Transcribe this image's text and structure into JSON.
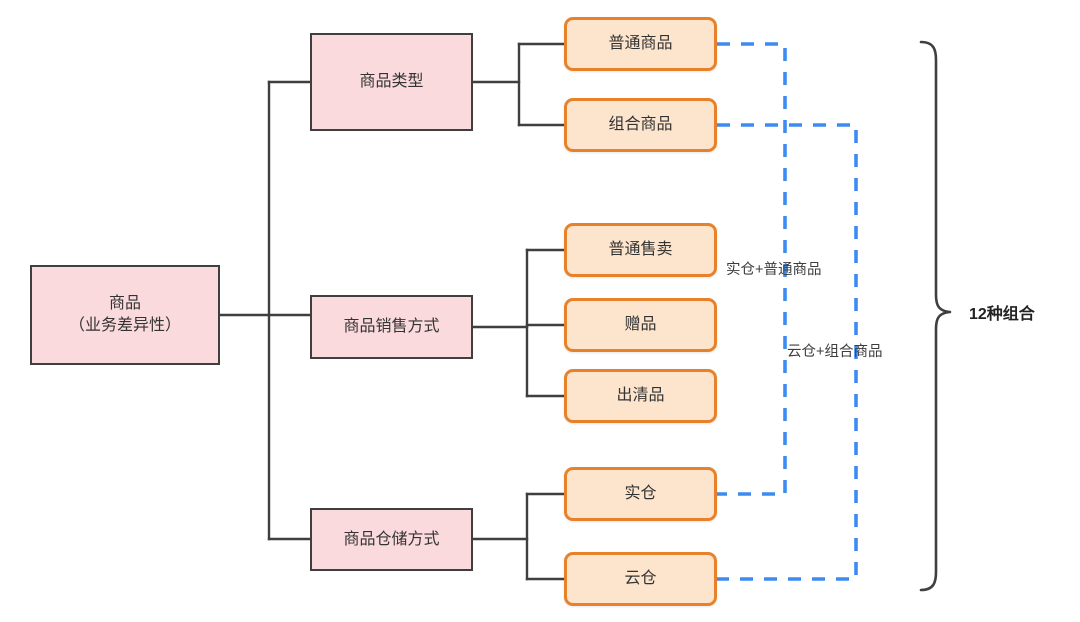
{
  "diagram": {
    "type": "tree-mindmap",
    "root": {
      "label": "商品\n（业务差异性）"
    },
    "colors": {
      "pink_fill": "#fadadd",
      "pink_border": "#3f3f3f",
      "orange_fill": "#fce4cd",
      "orange_border": "#e8822a",
      "connector": "#3f3f3f",
      "dashed_link": "#3d8bf2",
      "text": "#333333"
    },
    "categories": [
      {
        "label": "商品类型",
        "children": [
          {
            "label": "普通商品"
          },
          {
            "label": "组合商品"
          }
        ]
      },
      {
        "label": "商品销售方式",
        "children": [
          {
            "label": "普通售卖"
          },
          {
            "label": "赠品"
          },
          {
            "label": "出清品"
          }
        ]
      },
      {
        "label": "商品仓储方式",
        "children": [
          {
            "label": "实仓"
          },
          {
            "label": "云仓"
          }
        ]
      }
    ],
    "combination_links": [
      {
        "label": "实仓+普通商品",
        "from": "普通商品",
        "to": "实仓"
      },
      {
        "label": "云仓+组合商品",
        "from": "组合商品",
        "to": "云仓"
      }
    ],
    "summary": {
      "brace_label": "12种组合"
    }
  }
}
